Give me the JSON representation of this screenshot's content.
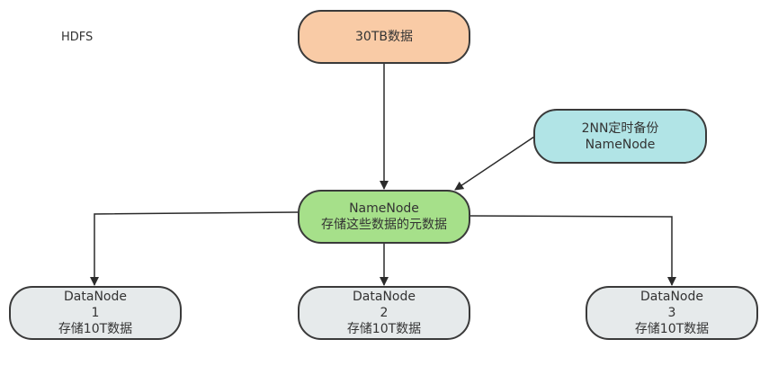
{
  "diagram_title": "HDFS",
  "nodes": {
    "source": {
      "lines": [
        "30TB数据"
      ],
      "color": "#f9cba6"
    },
    "backup": {
      "lines": [
        "2NN定时备份",
        "NameNode"
      ],
      "color": "#b1e4e6"
    },
    "namenode": {
      "lines": [
        "NameNode",
        "存储这些数据的元数据"
      ],
      "color": "#a6e08a"
    },
    "datanodes": [
      {
        "lines": [
          "DataNode",
          "1",
          "存储10T数据"
        ]
      },
      {
        "lines": [
          "DataNode",
          "2",
          "存储10T数据"
        ]
      },
      {
        "lines": [
          "DataNode",
          "3",
          "存储10T数据"
        ]
      }
    ],
    "datanode_color": "#e6eaeb"
  },
  "edges": [
    {
      "from": "source",
      "to": "namenode"
    },
    {
      "from": "backup",
      "to": "namenode"
    },
    {
      "from": "namenode",
      "to": "datanode-1"
    },
    {
      "from": "namenode",
      "to": "datanode-2"
    },
    {
      "from": "namenode",
      "to": "datanode-3"
    }
  ]
}
